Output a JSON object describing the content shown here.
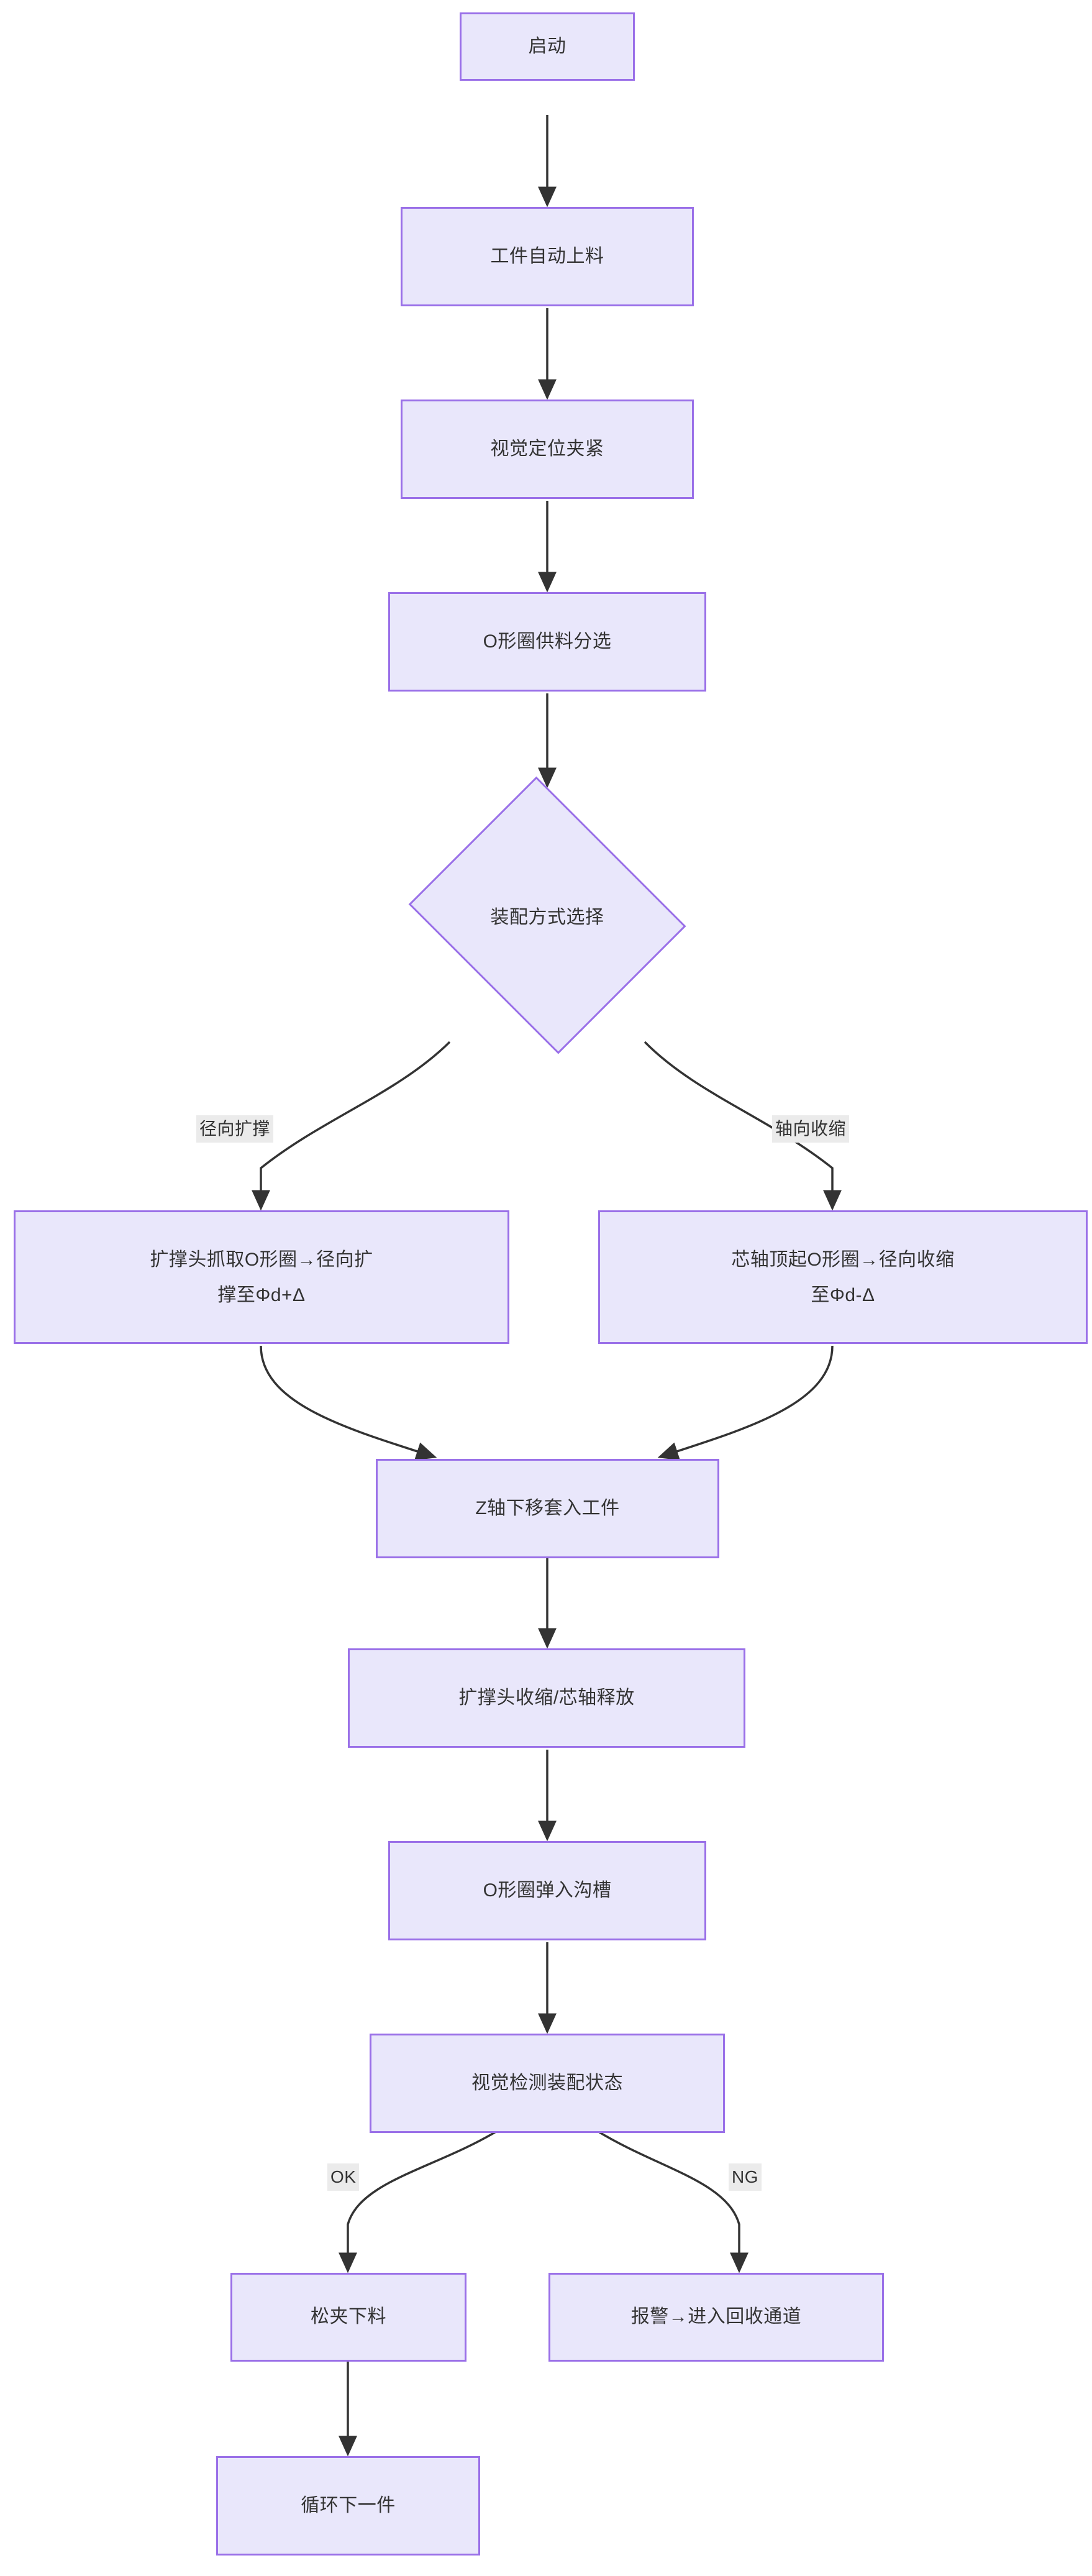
{
  "diagram": {
    "type": "flowchart",
    "direction": "top-to-bottom",
    "theme": {
      "node_fill": "#e9e7fb",
      "node_border": "#9a70e8",
      "node_text": "#333333",
      "edge_stroke": "#333333",
      "edge_label_bg": "#ebebeb",
      "canvas_bg": "#ffffff"
    },
    "nodes": [
      {
        "id": "start",
        "label": "启动",
        "shape": "rect"
      },
      {
        "id": "feed",
        "label": "工件自动上料",
        "shape": "rect"
      },
      {
        "id": "clamp",
        "label": "视觉定位夹紧",
        "shape": "rect"
      },
      {
        "id": "sort",
        "label": "O形圈供料分选",
        "shape": "rect"
      },
      {
        "id": "decision",
        "label": "装配方式选择",
        "shape": "diamond"
      },
      {
        "id": "radial",
        "label_line1": "扩撑头抓取O形圈→径向扩",
        "label_line2": "撑至Φd+Δ",
        "label": "扩撑头抓取O形圈→径向扩撑至Φd+Δ",
        "shape": "rect"
      },
      {
        "id": "axial",
        "label_line1": "芯轴顶起O形圈→径向收缩",
        "label_line2": "至Φd-Δ",
        "label": "芯轴顶起O形圈→径向收缩至Φd-Δ",
        "shape": "rect"
      },
      {
        "id": "zdown",
        "label": "Z轴下移套入工件",
        "shape": "rect"
      },
      {
        "id": "release",
        "label": "扩撑头收缩/芯轴释放",
        "shape": "rect"
      },
      {
        "id": "snapin",
        "label": "O形圈弹入沟槽",
        "shape": "rect"
      },
      {
        "id": "inspect",
        "label": "视觉检测装配状态",
        "shape": "rect"
      },
      {
        "id": "unload",
        "label": "松夹下料",
        "shape": "rect"
      },
      {
        "id": "alarm",
        "label": "报警→进入回收通道",
        "shape": "rect"
      },
      {
        "id": "loop",
        "label": "循环下一件",
        "shape": "rect"
      }
    ],
    "edges": [
      {
        "from": "start",
        "to": "feed",
        "label": ""
      },
      {
        "from": "feed",
        "to": "clamp",
        "label": ""
      },
      {
        "from": "clamp",
        "to": "sort",
        "label": ""
      },
      {
        "from": "sort",
        "to": "decision",
        "label": ""
      },
      {
        "from": "decision",
        "to": "radial",
        "label": "径向扩撑"
      },
      {
        "from": "decision",
        "to": "axial",
        "label": "轴向收缩"
      },
      {
        "from": "radial",
        "to": "zdown",
        "label": ""
      },
      {
        "from": "axial",
        "to": "zdown",
        "label": ""
      },
      {
        "from": "zdown",
        "to": "release",
        "label": ""
      },
      {
        "from": "release",
        "to": "snapin",
        "label": ""
      },
      {
        "from": "snapin",
        "to": "inspect",
        "label": ""
      },
      {
        "from": "inspect",
        "to": "unload",
        "label": "OK"
      },
      {
        "from": "inspect",
        "to": "alarm",
        "label": "NG"
      },
      {
        "from": "unload",
        "to": "loop",
        "label": ""
      }
    ],
    "edge_labels": {
      "radial_branch": "径向扩撑",
      "axial_branch": "轴向收缩",
      "ok_branch": "OK",
      "ng_branch": "NG"
    }
  }
}
